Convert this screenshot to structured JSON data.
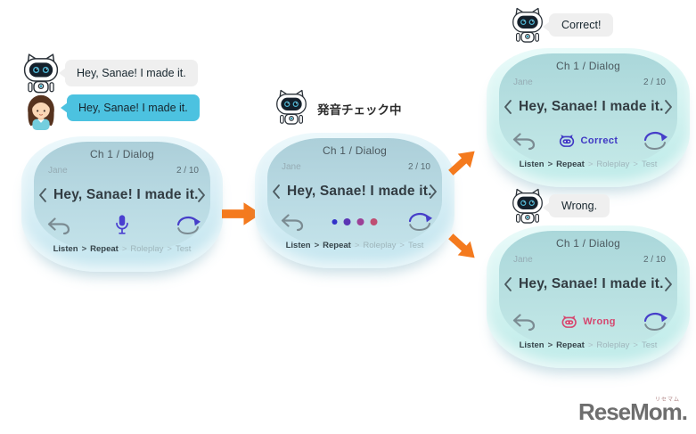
{
  "chat": {
    "robot_message": "Hey, Sanae! I made it.",
    "user_message": "Hey, Sanae! I made it.",
    "checking_status": "発音チェック中",
    "correct_bubble": "Correct!",
    "wrong_bubble": "Wrong."
  },
  "screens": [
    {
      "name": "repeat-record",
      "title": "Ch 1 / Dialog",
      "speaker": "Jane",
      "counter": "2 / 10",
      "sentence": "Hey, Sanae! I made it.",
      "center": "mic"
    },
    {
      "name": "pronunciation-check",
      "title": "Ch 1 / Dialog",
      "speaker": "Jane",
      "counter": "2 / 10",
      "sentence": "Hey, Sanae! I made it.",
      "center": "progress-dots"
    },
    {
      "name": "result-correct",
      "title": "Ch 1 / Dialog",
      "speaker": "Jane",
      "counter": "2 / 10",
      "sentence": "Hey, Sanae! I made it.",
      "center": "result",
      "result_label": "Correct"
    },
    {
      "name": "result-wrong",
      "title": "Ch 1 / Dialog",
      "speaker": "Jane",
      "counter": "2 / 10",
      "sentence": "Hey, Sanae! I made it.",
      "center": "result",
      "result_label": "Wrong"
    }
  ],
  "progress_nav": {
    "steps": [
      "Listen",
      "Repeat",
      "Roleplay",
      "Test"
    ],
    "separator": ">",
    "completed_steps": [
      "Listen",
      "Repeat"
    ]
  },
  "logo": {
    "text": "ReseMom.",
    "ruby": "リセマム"
  },
  "colors": {
    "user_bubble_cyan": "#4cc2e0",
    "robot_bubble_grey": "#efefef",
    "flow_arrow_orange": "#f47a1e",
    "mic_purple": "#4a3fd0",
    "correct_blue": "#3f38c4",
    "wrong_pink": "#d5466e",
    "progress_dots": [
      "#3232c8",
      "#5a35b4",
      "#9c4096",
      "#bf4e72"
    ],
    "device_shell": "#d9eff6",
    "device_screen": "#b2d6df"
  }
}
